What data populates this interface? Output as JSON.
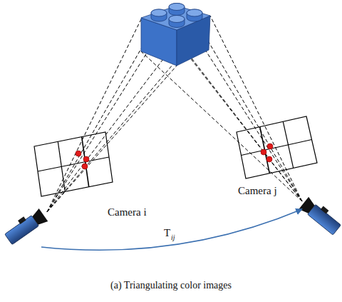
{
  "diagram": {
    "caption": "(a) Triangulating color images",
    "labels": [
      "Camera i",
      "Camera j",
      "T",
      "ij"
    ]
  }
}
